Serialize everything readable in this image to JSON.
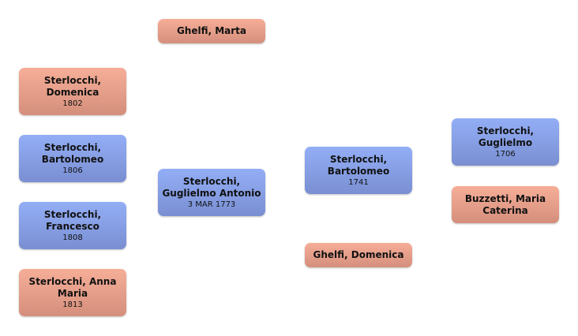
{
  "chart_title": "",
  "people": {
    "child1": {
      "name": "Sterlocchi, Domenica",
      "date": "1802",
      "sex": "female"
    },
    "child2": {
      "name": "Sterlocchi, Bartolomeo",
      "date": "1806",
      "sex": "male"
    },
    "child3": {
      "name": "Sterlocchi, Francesco",
      "date": "1808",
      "sex": "male"
    },
    "child4": {
      "name": "Sterlocchi, Anna Maria",
      "date": "1813",
      "sex": "female"
    },
    "spouse": {
      "name": "Ghelfi, Marta",
      "sex": "female"
    },
    "focus": {
      "name": "Sterlocchi, Guglielmo Antonio",
      "date": "3 MAR 1773",
      "sex": "male"
    },
    "father": {
      "name": "Sterlocchi, Bartolomeo",
      "date": "1741",
      "sex": "male"
    },
    "mother": {
      "name": "Ghelfi, Domenica",
      "sex": "female"
    },
    "grandfather": {
      "name": "Sterlocchi, Guglielmo",
      "date": "1706",
      "sex": "male"
    },
    "grandmother": {
      "name": "Buzzetti, Maria Caterina",
      "sex": "female"
    }
  },
  "colors": {
    "female": "#f6ae98",
    "male": "#93aef6"
  }
}
